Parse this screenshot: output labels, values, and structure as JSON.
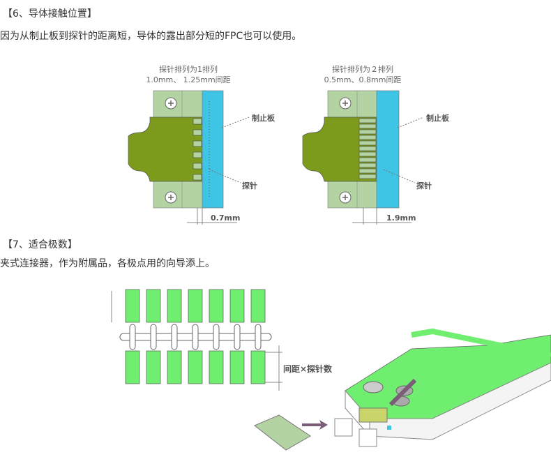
{
  "section6": {
    "heading": "【6、导体接触位置】",
    "text": "因为从制止板到探针的距离短，导体的露出部分短的FPC也可以使用。",
    "diagram_left": {
      "caption_line1": "探针排列为1排列",
      "caption_line2": "1.0mm、 1.25mm间距",
      "stopper_label": "制止板",
      "probe_label": "探针",
      "dimension": "0.7mm"
    },
    "diagram_right": {
      "caption_line1": "探针排列为２排列",
      "caption_line2": "0.5mm、0.8mm间距",
      "stopper_label": "制止板",
      "probe_label": "探针",
      "dimension": "1.9mm"
    }
  },
  "section7": {
    "heading": "【7、适合极数】",
    "text": "夹式连接器，作为附属品，各极点用的向导添上。",
    "pitch_label": "间距×探针数"
  },
  "colors": {
    "fpc": "#7c9a1c",
    "frame": "#b3d3a3",
    "stopper": "#3ec4e4",
    "guide": "#6fee6f"
  }
}
